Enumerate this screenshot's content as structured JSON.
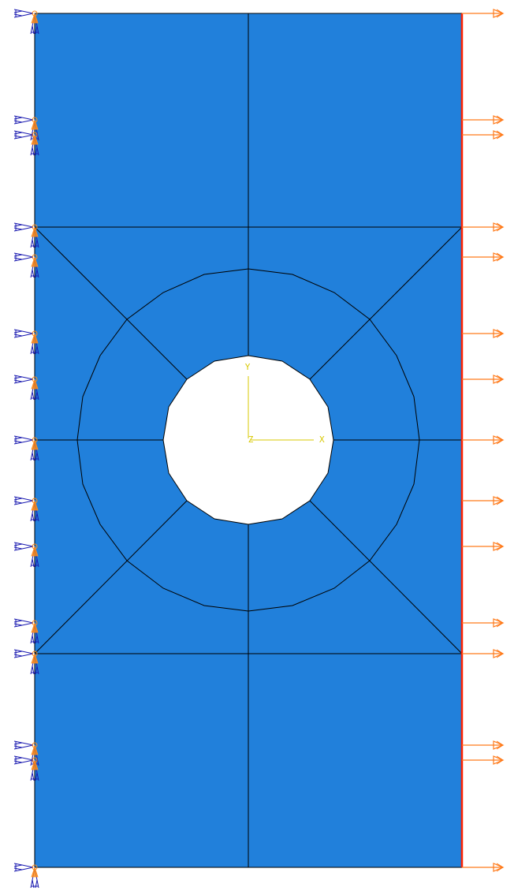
{
  "colors": {
    "background": "#ffffff",
    "plate_fill": "#2180db",
    "mesh_lines": "#000000",
    "load_edge": "#ff2200",
    "load_arrows": "#ff7a1a",
    "bc_blue": "#1a1ab0",
    "bc_orange": "#ff8c1a",
    "triad": "#d8c800"
  },
  "icons": {
    "boundary_condition": "encastre-bc-icon",
    "load": "pressure-load-arrow-icon"
  },
  "triad": {
    "x_label": "X",
    "y_label": "Y",
    "z_label": "Z"
  }
}
